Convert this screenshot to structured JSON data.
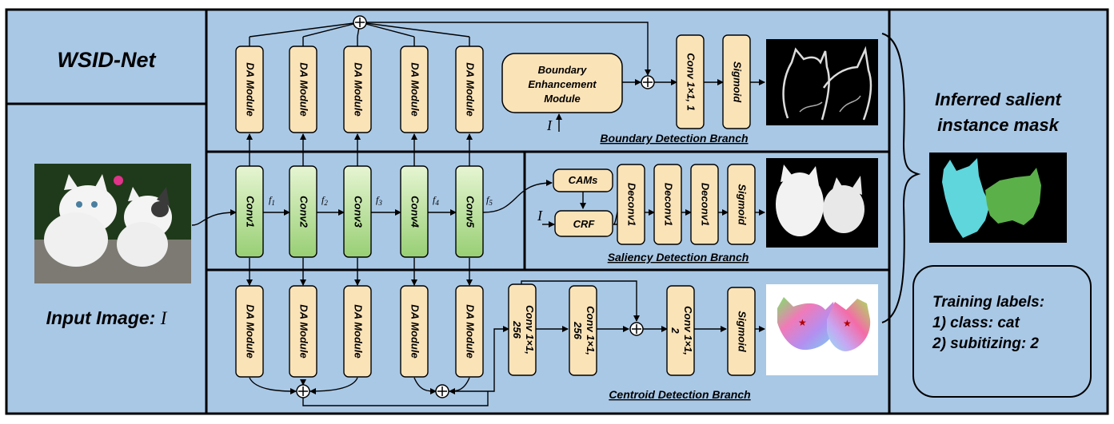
{
  "title": "WSID-Net",
  "input_label": "Input Image: ",
  "input_symbol": "I",
  "output_label_1": "Inferred salient",
  "output_label_2": "instance mask",
  "training": {
    "line1": "Training labels:",
    "line2": "1) class: cat",
    "line3": "2) subitizing: 2"
  },
  "da_module": "DA Module",
  "conv_labels": [
    "Conv1",
    "Conv2",
    "Conv3",
    "Conv4",
    "Conv5"
  ],
  "feature_labels": [
    "f",
    "f",
    "f",
    "f",
    "f"
  ],
  "feature_subs": [
    "1",
    "2",
    "3",
    "4",
    "5"
  ],
  "boundary": {
    "bem_line1": "Boundary",
    "bem_line2": "Enhancement",
    "bem_line3": "Module",
    "input_symbol": "I",
    "conv": "Conv 1×1, 1",
    "sigmoid": "Sigmoid",
    "branch_label": "Boundary Detection Branch"
  },
  "saliency": {
    "cams": "CAMs",
    "crf": "CRF",
    "input_symbol": "I",
    "deconv": "Deconv1",
    "sigmoid": "Sigmoid",
    "branch_label": "Saliency Detection Branch"
  },
  "centroid": {
    "conv256_line1": "Conv 1×1,",
    "conv256_line2": "256",
    "conv2_line1": "Conv 1×1,",
    "conv2_line2": "2",
    "sigmoid": "Sigmoid",
    "branch_label": "Centroid Detection Branch"
  },
  "colors": {
    "panel": "#a9c8e6",
    "module_fill": "#fbe3b8",
    "conv_green_top": "#e2f3cc",
    "conv_green_bottom": "#9fd27c",
    "cyan_instance": "#5fd5dc",
    "green_instance": "#5bb04a"
  }
}
